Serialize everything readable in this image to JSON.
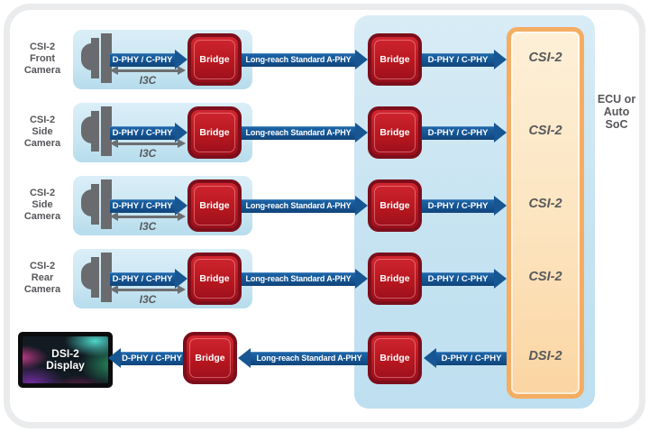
{
  "camera_rows": [
    {
      "label_lines": [
        "CSI-2",
        "Front",
        "Camera"
      ],
      "dphy_label": "D-PHY / C-PHY",
      "i3c_label": "I3C",
      "bridge_a": "Bridge",
      "longreach_label": "Long-reach Standard A-PHY",
      "bridge_b": "Bridge",
      "dphy2_label": "D-PHY / C-PHY",
      "soc_port": "CSI-2"
    },
    {
      "label_lines": [
        "CSI-2",
        "Side",
        "Camera"
      ],
      "dphy_label": "D-PHY / C-PHY",
      "i3c_label": "I3C",
      "bridge_a": "Bridge",
      "longreach_label": "Long-reach Standard A-PHY",
      "bridge_b": "Bridge",
      "dphy2_label": "D-PHY / C-PHY",
      "soc_port": "CSI-2"
    },
    {
      "label_lines": [
        "CSI-2",
        "Side",
        "Camera"
      ],
      "dphy_label": "D-PHY / C-PHY",
      "i3c_label": "I3C",
      "bridge_a": "Bridge",
      "longreach_label": "Long-reach Standard A-PHY",
      "bridge_b": "Bridge",
      "dphy2_label": "D-PHY / C-PHY",
      "soc_port": "CSI-2"
    },
    {
      "label_lines": [
        "CSI-2",
        "Rear",
        "Camera"
      ],
      "dphy_label": "D-PHY / C-PHY",
      "i3c_label": "I3C",
      "bridge_a": "Bridge",
      "longreach_label": "Long-reach Standard A-PHY",
      "bridge_b": "Bridge",
      "dphy2_label": "D-PHY / C-PHY",
      "soc_port": "CSI-2"
    }
  ],
  "display_row": {
    "display_lines": [
      "DSI-2",
      "Display"
    ],
    "dphy_left_label": "D-PHY / C-PHY",
    "bridge_a": "Bridge",
    "longreach_label": "Long-reach Standard A-PHY",
    "bridge_b": "Bridge",
    "dphy_right_label": "D-PHY / C-PHY",
    "soc_port": "DSI-2"
  },
  "soc": {
    "label_lines": [
      "ECU or",
      "Auto",
      "SoC"
    ]
  },
  "colors": {
    "arrow_blue": "#15538f",
    "bridge_red": "#b8171f",
    "bridge_border": "#7d0e1b",
    "panel_blue": "#c6e3f1",
    "camera_rect_blue": "#cbe7f3",
    "soc_box_fill": "#fce4bf",
    "soc_box_border": "#f4ad63",
    "text_gray": "#55565a",
    "icon_gray": "#6a6b6e"
  }
}
